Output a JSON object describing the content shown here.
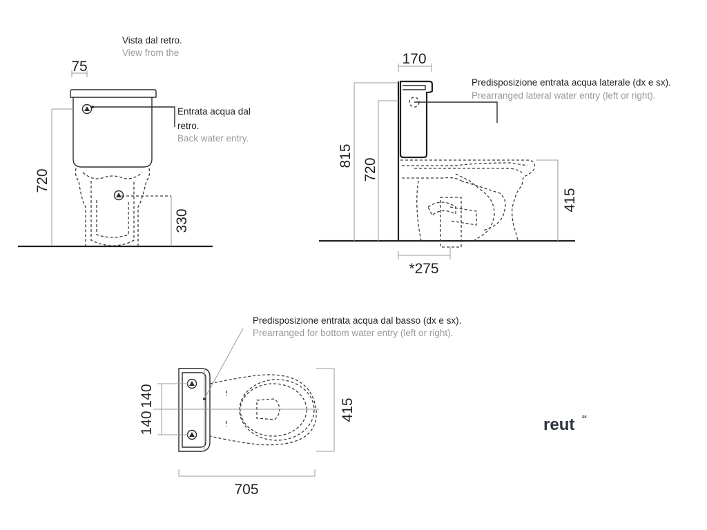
{
  "back_view": {
    "title_it": "Vista dal retro.",
    "title_en": "View from the",
    "dim_top": "75",
    "dim_height": "720",
    "dim_inlet": "330",
    "note_it_line1": "Entrata acqua dal",
    "note_it_line2": "retro.",
    "note_en": "Back water entry."
  },
  "side_view": {
    "dim_top": "170",
    "dim_total": "815",
    "dim_tank": "720",
    "dim_bowl": "415",
    "dim_outlet": "*275",
    "note_it": "Predisposizione entrata acqua laterale (dx e sx).",
    "note_en": "Prearranged lateral water entry (left or right)."
  },
  "top_view": {
    "note_it": "Predisposizione entrata acqua dal basso (dx e sx).",
    "note_en": "Prearranged for bottom water entry (left or right).",
    "dim_upper": "140",
    "dim_lower": "140",
    "dim_width": "415",
    "dim_length": "705"
  },
  "brand": {
    "name": "reut",
    "suffix": "SK"
  },
  "icons": [
    "water-inlet-icon"
  ]
}
